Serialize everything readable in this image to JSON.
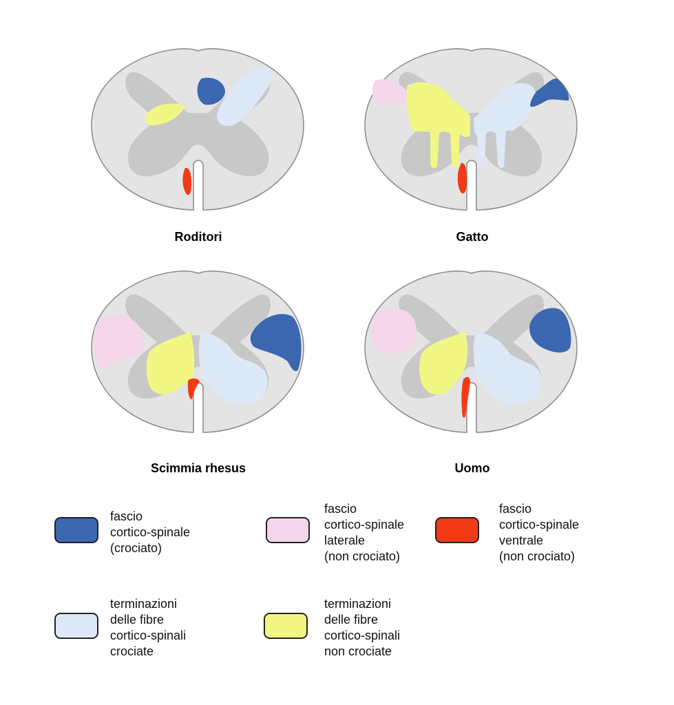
{
  "panels": [
    {
      "title": "Roditori"
    },
    {
      "title": "Gatto"
    },
    {
      "title": "Scimmia rhesus"
    },
    {
      "title": "Uomo"
    }
  ],
  "colors": {
    "white_matter": "#e4e4e4",
    "gray_matter": "#c8c8c8",
    "crossed_tract": "#3a67b0",
    "lateral_uncrossed": "#f5d6ea",
    "ventral_uncrossed": "#f23a17",
    "crossed_terminations": "#dde9f7",
    "uncrossed_terminations": "#f2f784"
  },
  "legend": [
    {
      "lines": [
        "fascio",
        "cortico-spinale",
        "(crociato)"
      ]
    },
    {
      "lines": [
        "fascio",
        "cortico-spinale",
        "laterale",
        "(non crociato)"
      ]
    },
    {
      "lines": [
        "fascio",
        "cortico-spinale",
        "ventrale",
        "(non crociato)"
      ]
    },
    {
      "lines": [
        "terminazioni",
        "delle fibre",
        "cortico-spinali",
        "crociate"
      ]
    },
    {
      "lines": [
        "terminazioni",
        "delle fibre",
        "cortico-spinali",
        "non crociate"
      ]
    }
  ]
}
